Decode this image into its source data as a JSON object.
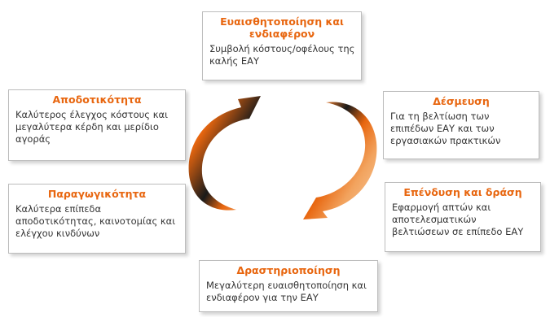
{
  "colors": {
    "accent": "#e8660f",
    "arrow_light": "#f7c28f",
    "arrow_dark": "#1a1a1a"
  },
  "nodes": {
    "top": {
      "title": "Ευαισθητοποίηση και ενδιαφέρον",
      "desc": "Συμβολή κόστους/οφέλους της καλής ΕΑΥ"
    },
    "right_top": {
      "title": "Δέσμευση",
      "desc": "Για τη βελτίωση των επιπέδων ΕΑΥ και των εργασιακών πρακτικών"
    },
    "right_bottom": {
      "title": "Επένδυση και δράση",
      "desc": "Εφαρμογή απτών και αποτελεσματικών βελτιώσεων σε επίπεδο ΕΑΥ"
    },
    "bottom": {
      "title": "Δραστηριοποίηση",
      "desc": "Μεγαλύτερη ευαισθητοποίηση και ενδιαφέρον για την ΕΑΥ"
    },
    "left_bottom": {
      "title": "Παραγωγικότητα",
      "desc": "Καλύτερα επίπεδα αποδοτικότητας, καινοτομίας και ελέγχου κινδύνων"
    },
    "left_top": {
      "title": "Αποδοτικότητα",
      "desc": "Καλύτερος έλεγχος κόστους και μεγαλύτερα κέρδη και μερίδιο αγοράς"
    }
  }
}
